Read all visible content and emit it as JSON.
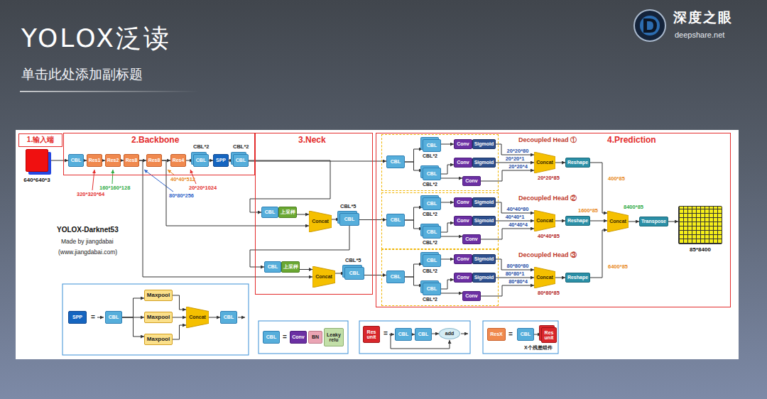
{
  "diagram": {
    "title": "YOLOX泛读",
    "nodes": [
      {
        "text": [
          "1.输入端"
        ]
      },
      {
        "text": [
          "640*640*3"
        ]
      },
      {
        "text": [
          "2.Backbone"
        ]
      },
      {
        "text": [
          "CBL"
        ],
        "in": 2
      },
      {
        "text": [
          "Res1"
        ],
        "in": 2
      },
      {
        "text": [
          "Res2"
        ],
        "in": 2
      },
      {
        "text": [
          "Res8"
        ],
        "in": 2
      },
      {
        "text": [
          "Res8"
        ],
        "in": 2
      },
      {
        "text": [
          "Res4"
        ],
        "in": 2
      },
      {
        "text": [
          "CBL"
        ],
        "in": 2
      },
      {
        "text": [
          "SPP"
        ],
        "in": 2
      },
      {
        "text": [
          "CBL"
        ],
        "in": 2
      },
      {
        "text": [
          "3.Neck"
        ]
      },
      {
        "text": [
          "CBL"
        ],
        "in": 12
      },
      {
        "text": [
          "上采样"
        ],
        "in": 12
      },
      {
        "text": [
          "Concat"
        ],
        "in": 12
      },
      {
        "text": [
          "CBL"
        ],
        "in": 12
      },
      {
        "text": [
          "CBL"
        ],
        "in": 12
      },
      {
        "text": [
          "上采样"
        ],
        "in": 12
      },
      {
        "text": [
          "Concat"
        ],
        "in": 12
      },
      {
        "text": [
          "CBL"
        ],
        "in": 12
      },
      {
        "text": [
          "4.Prediction"
        ]
      },
      {
        "text": [
          "Decoupled Head ①"
        ],
        "in": 21
      },
      {
        "text": [
          "CBL"
        ],
        "in": 22
      },
      {
        "text": [
          "CBL"
        ],
        "in": 22
      },
      {
        "text": [
          "CBL"
        ],
        "in": 22
      },
      {
        "text": [
          "Conv"
        ],
        "in": 22
      },
      {
        "text": [
          "Sigmoid"
        ],
        "in": 22
      },
      {
        "text": [
          "Conv"
        ],
        "in": 22
      },
      {
        "text": [
          "Sigmoid"
        ],
        "in": 22
      },
      {
        "text": [
          "Conv"
        ],
        "in": 22
      },
      {
        "text": [
          "Concat"
        ],
        "in": 21
      },
      {
        "text": [
          "Reshape"
        ],
        "in": 21
      },
      {
        "text": [
          "Decoupled Head ②"
        ],
        "in": 21
      },
      {
        "text": [
          "CBL"
        ],
        "in": 33
      },
      {
        "text": [
          "CBL"
        ],
        "in": 33
      },
      {
        "text": [
          "CBL"
        ],
        "in": 33
      },
      {
        "text": [
          "Conv"
        ],
        "in": 33
      },
      {
        "text": [
          "Sigmoid"
        ],
        "in": 33
      },
      {
        "text": [
          "Conv"
        ],
        "in": 33
      },
      {
        "text": [
          "Sigmoid"
        ],
        "in": 33
      },
      {
        "text": [
          "Conv"
        ],
        "in": 33
      },
      {
        "text": [
          "Concat"
        ],
        "in": 21
      },
      {
        "text": [
          "Reshape"
        ],
        "in": 21
      },
      {
        "text": [
          "Decoupled Head ③"
        ],
        "in": 21
      },
      {
        "text": [
          "CBL"
        ],
        "in": 44
      },
      {
        "text": [
          "CBL"
        ],
        "in": 44
      },
      {
        "text": [
          "CBL"
        ],
        "in": 44
      },
      {
        "text": [
          "Conv"
        ],
        "in": 44
      },
      {
        "text": [
          "Sigmoid"
        ],
        "in": 44
      },
      {
        "text": [
          "Conv"
        ],
        "in": 44
      },
      {
        "text": [
          "Sigmoid"
        ],
        "in": 44
      },
      {
        "text": [
          "Conv"
        ],
        "in": 44
      },
      {
        "text": [
          "Concat"
        ],
        "in": 21
      },
      {
        "text": [
          "Reshape"
        ],
        "in": 21
      },
      {
        "text": [
          "Concat"
        ],
        "in": 21
      },
      {
        "text": [
          "Transpose"
        ],
        "in": 21
      },
      {
        "text": [
          "85*8400"
        ],
        "in": 21
      },
      {
        "text": [
          "SPP"
        ]
      },
      {
        "text": [
          "CBL"
        ]
      },
      {
        "text": [
          "Maxpool"
        ]
      },
      {
        "text": [
          "Maxpool"
        ]
      },
      {
        "text": [
          "Maxpool"
        ]
      },
      {
        "text": [
          "Concat"
        ]
      },
      {
        "text": [
          "CBL"
        ]
      },
      {
        "text": [
          "CBL"
        ]
      },
      {
        "text": [
          "Conv"
        ]
      },
      {
        "text": [
          "BN"
        ]
      },
      {
        "text": [
          "Leaky relu"
        ]
      },
      {
        "text": [
          "Res unit"
        ]
      },
      {
        "text": [
          "CBL"
        ]
      },
      {
        "text": [
          "CBL"
        ]
      },
      {
        "text": [
          "add"
        ]
      },
      {
        "text": [
          "ResX"
        ]
      },
      {
        "text": [
          "CBL"
        ]
      },
      {
        "text": [
          "Res unit"
        ]
      }
    ],
    "edges": [
      {
        "from": 1,
        "to": 3,
        "arrow": "to"
      },
      {
        "from": 3,
        "to": 4,
        "arrow": "to"
      },
      {
        "from": 4,
        "to": 5,
        "arrow": "to"
      },
      {
        "from": 5,
        "to": 6,
        "arrow": "to"
      },
      {
        "from": 6,
        "to": 7,
        "arrow": "to"
      },
      {
        "from": 7,
        "to": 8,
        "arrow": "to"
      },
      {
        "from": 8,
        "to": 9,
        "arrow": "to"
      },
      {
        "from": 9,
        "to": 10,
        "arrow": "to"
      },
      {
        "from": 10,
        "to": 11,
        "arrow": "to"
      },
      {
        "from": 11,
        "to": 23,
        "arrow": "to"
      },
      {
        "from": 11,
        "to": 13,
        "arrow": "to"
      },
      {
        "from": 7,
        "to": 15,
        "arrow": "to"
      },
      {
        "from": 6,
        "to": 19,
        "arrow": "to"
      },
      {
        "from": 14,
        "to": 15,
        "arrow": "to"
      },
      {
        "from": 15,
        "to": 16,
        "arrow": "to"
      },
      {
        "from": 16,
        "to": 34,
        "arrow": "to"
      },
      {
        "from": 16,
        "to": 17,
        "arrow": "to"
      },
      {
        "from": 18,
        "to": 19,
        "arrow": "to"
      },
      {
        "from": 19,
        "to": 20,
        "arrow": "to"
      },
      {
        "from": 20,
        "to": 45,
        "arrow": "to"
      },
      {
        "from": 23,
        "to": 24,
        "arrow": "to"
      },
      {
        "from": 23,
        "to": 25,
        "arrow": "to"
      },
      {
        "from": 24,
        "to": 26,
        "arrow": "to"
      },
      {
        "from": 25,
        "to": 28,
        "arrow": "to"
      },
      {
        "from": 25,
        "to": 30,
        "arrow": "to"
      },
      {
        "from": 27,
        "to": 31,
        "label": "20*20*80",
        "arrow": "to"
      },
      {
        "from": 29,
        "to": 31,
        "label": "20*20*1",
        "arrow": "to"
      },
      {
        "from": 30,
        "to": 31,
        "label": "20*20*4",
        "arrow": "to"
      },
      {
        "from": 31,
        "to": 32,
        "arrow": "to"
      },
      {
        "from": 32,
        "to": 55,
        "label": "400*85",
        "arrow": "to"
      },
      {
        "from": 34,
        "to": 35,
        "arrow": "to"
      },
      {
        "from": 34,
        "to": 36,
        "arrow": "to"
      },
      {
        "from": 35,
        "to": 37,
        "arrow": "to"
      },
      {
        "from": 36,
        "to": 39,
        "arrow": "to"
      },
      {
        "from": 36,
        "to": 41,
        "arrow": "to"
      },
      {
        "from": 38,
        "to": 42,
        "label": "40*40*80",
        "arrow": "to"
      },
      {
        "from": 40,
        "to": 42,
        "label": "40*40*1",
        "arrow": "to"
      },
      {
        "from": 41,
        "to": 42,
        "label": "40*40*4",
        "arrow": "to"
      },
      {
        "from": 42,
        "to": 43,
        "arrow": "to"
      },
      {
        "from": 43,
        "to": 55,
        "label": "1600*85",
        "arrow": "to"
      },
      {
        "from": 45,
        "to": 46,
        "arrow": "to"
      },
      {
        "from": 45,
        "to": 47,
        "arrow": "to"
      },
      {
        "from": 46,
        "to": 48,
        "arrow": "to"
      },
      {
        "from": 47,
        "to": 50,
        "arrow": "to"
      },
      {
        "from": 47,
        "to": 52,
        "arrow": "to"
      },
      {
        "from": 49,
        "to": 53,
        "label": "80*80*80",
        "arrow": "to"
      },
      {
        "from": 51,
        "to": 53,
        "label": "80*80*1",
        "arrow": "to"
      },
      {
        "from": 52,
        "to": 53,
        "label": "80*80*4",
        "arrow": "to"
      },
      {
        "from": 53,
        "to": 54,
        "arrow": "to"
      },
      {
        "from": 54,
        "to": 55,
        "label": "6400*85",
        "arrow": "to"
      },
      {
        "from": 55,
        "to": 56,
        "label": "8400*85",
        "arrow": "to"
      },
      {
        "from": 56,
        "to": 57,
        "arrow": "to"
      },
      {
        "from": 59,
        "to": 60,
        "arrow": "to"
      },
      {
        "from": 59,
        "to": 61,
        "arrow": "to"
      },
      {
        "from": 59,
        "to": 62,
        "arrow": "to"
      },
      {
        "from": 60,
        "to": 63,
        "arrow": "to"
      },
      {
        "from": 61,
        "to": 63,
        "arrow": "to"
      },
      {
        "from": 62,
        "to": 63,
        "arrow": "to"
      },
      {
        "from": 63,
        "to": 64,
        "arrow": "to"
      },
      {
        "from": 70,
        "to": 71,
        "arrow": "to"
      },
      {
        "from": 71,
        "to": 72,
        "arrow": "to"
      },
      {
        "from": 74,
        "to": 75,
        "arrow": "to"
      }
    ],
    "labels": [
      "单击此处添加副标题",
      "深度之眼",
      "deepshare.net",
      "CBL*2",
      "CBL*2",
      "320*320*64",
      "160*160*128",
      "80*80*256",
      "40*40*512",
      "20*20*1024",
      "CBL*5",
      "CBL*5",
      "CBL*2",
      "CBL*2",
      "CBL*2",
      "CBL*2",
      "CBL*2",
      "CBL*2",
      "20*20*85",
      "40*40*85",
      "80*80*85",
      "YOLOX-Darknet53",
      "Made by jiangdabai",
      "(www.jiangdabai.com)",
      "=",
      "=",
      "=",
      "=",
      "X个残差组件"
    ]
  }
}
